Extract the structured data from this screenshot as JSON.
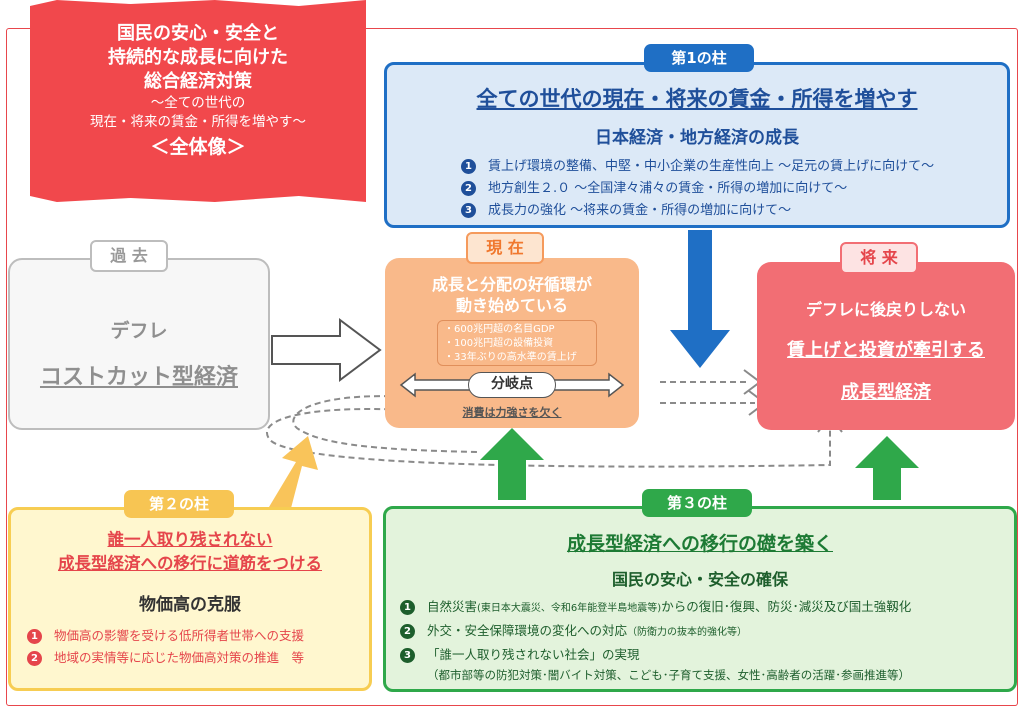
{
  "header": {
    "title_lines": [
      "国民の安心・安全と",
      "持続的な成長に向けた",
      "総合経済対策"
    ],
    "subtitle_lines": [
      "～全ての世代の",
      "現在・将来の賃金・所得を増やす～"
    ],
    "overview": "＜全体像＞"
  },
  "pillar1": {
    "badge": "第1の柱",
    "title": "全ての世代の現在・将来の賃金・所得を増やす",
    "subtitle": "日本経済・地方経済の成長",
    "items": [
      {
        "num": "1",
        "text": "賃上げ環境の整備、中堅・中小企業の生産性向上 ～足元の賃上げに向けて～"
      },
      {
        "num": "2",
        "text": "地方創生２.０ ～全国津々浦々の賃金・所得の増加に向けて～"
      },
      {
        "num": "3",
        "text": "成長力の強化 ～将来の賃金・所得の増加に向けて～"
      }
    ]
  },
  "past": {
    "badge": "過 去",
    "line1": "デフレ",
    "line2": "コストカット型経済"
  },
  "present": {
    "badge": "現 在",
    "title_lines": [
      "成長と分配の好循環が",
      "動き始めている"
    ],
    "bullets": [
      "・600兆円超の名目GDP",
      "・100兆円超の設備投資",
      "・33年ぶりの高水準の賃上げ"
    ],
    "branch": "分岐点",
    "note": "消費は力強さを欠く"
  },
  "future": {
    "badge": "将 来",
    "line1": "デフレに後戻りしない",
    "line2": "賃上げと投資が牽引する",
    "line3": "成長型経済"
  },
  "pillar2": {
    "badge": "第２の柱",
    "title_lines": [
      "誰一人取り残されない",
      "成長型経済への移行に道筋をつける"
    ],
    "subtitle": "物価高の克服",
    "items": [
      {
        "num": "1",
        "text": "物価高の影響を受ける低所得者世帯への支援"
      },
      {
        "num": "2",
        "text": "地域の実情等に応じた物価高対策の推進　等"
      }
    ]
  },
  "pillar3": {
    "badge": "第３の柱",
    "title": "成長型経済への移行の礎を築く",
    "subtitle": "国民の安心・安全の確保",
    "items": [
      {
        "num": "1",
        "text": "自然災害",
        "note": "(東日本大震災、令和6年能登半島地震等)",
        "tail": "からの復旧･復興、防災･減災及び国土強靱化"
      },
      {
        "num": "2",
        "text": "外交・安全保障環境の変化への対応",
        "note": "（防衛力の抜本的強化等）",
        "tail": ""
      },
      {
        "num": "3",
        "text": "「誰一人取り残されない社会」の実現",
        "note": "",
        "tail": ""
      }
    ],
    "item3_detail": "（都市部等の防犯対策･闇バイト対策、こども･子育て支援、女性･高齢者の活躍･参画推進等）"
  },
  "colors": {
    "frame": "#e8464c",
    "pillar1": "#1f6fc5",
    "pillar2": "#f7cd52",
    "pillar3": "#2fa84a",
    "present": "#f9b98a",
    "future": "#f26e74",
    "past": "#bdbdbd"
  }
}
